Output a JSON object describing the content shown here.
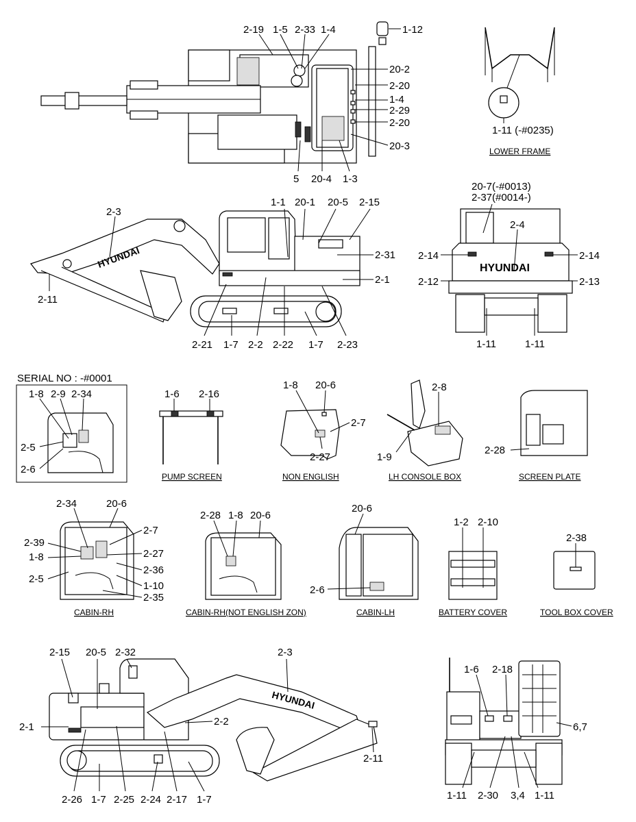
{
  "serial_label": "SERIAL NO : -#0001",
  "captions": {
    "lower_frame": "LOWER FRAME",
    "pump_screen": "PUMP SCREEN",
    "non_english": "NON ENGLISH",
    "lh_console_box": "LH CONSOLE BOX",
    "screen_plate": "SCREEN PLATE",
    "cabin_rh": "CABIN-RH",
    "cabin_rh_not_english": "CABIN-RH(NOT ENGLISH ZON)",
    "cabin_lh": "CABIN-LH",
    "battery_cover": "BATTERY COVER",
    "tool_box_cover": "TOOL BOX COVER"
  },
  "brand_text": "HYUNDAI",
  "callouts": {
    "top": [
      "2-19",
      "1-5",
      "2-33",
      "1-4",
      "1-12",
      "20-2",
      "2-20",
      "1-4",
      "2-29",
      "2-20",
      "20-3",
      "5",
      "20-4",
      "1-3"
    ],
    "lower_frame": [
      "1-11 (-#0235)"
    ],
    "side_left": [
      "1-1",
      "20-1",
      "20-5",
      "2-15",
      "2-3",
      "2-31",
      "2-1",
      "2-11",
      "2-21",
      "1-7",
      "2-2",
      "2-22",
      "1-7",
      "2-23"
    ],
    "rear": [
      "20-7(-#0013)",
      "2-37(#0014-)",
      "2-4",
      "2-14",
      "2-14",
      "2-12",
      "2-13",
      "1-11",
      "1-11"
    ],
    "serial": [
      "1-8",
      "2-9",
      "2-34",
      "2-5",
      "2-6"
    ],
    "pump": [
      "1-6",
      "2-16"
    ],
    "non_english": [
      "1-8",
      "20-6",
      "2-7",
      "2-27"
    ],
    "console": [
      "2-8",
      "1-9"
    ],
    "screen_plate": [
      "2-28"
    ],
    "cabin_rh": [
      "2-34",
      "20-6",
      "2-7",
      "2-39",
      "2-27",
      "1-8",
      "2-36",
      "2-5",
      "1-10",
      "2-35"
    ],
    "cabin_rh_ne": [
      "2-28",
      "1-8",
      "20-6"
    ],
    "cabin_lh": [
      "20-6",
      "2-6"
    ],
    "battery": [
      "1-2",
      "2-10"
    ],
    "toolbox": [
      "2-38"
    ],
    "side_right": [
      "2-15",
      "20-5",
      "2-32",
      "2-3",
      "2-1",
      "2-2",
      "2-11",
      "2-26",
      "1-7",
      "2-25",
      "2-24",
      "2-17",
      "1-7"
    ],
    "front": [
      "1-6",
      "2-18",
      "6,7",
      "1-11",
      "2-30",
      "3,4",
      "1-11"
    ]
  }
}
